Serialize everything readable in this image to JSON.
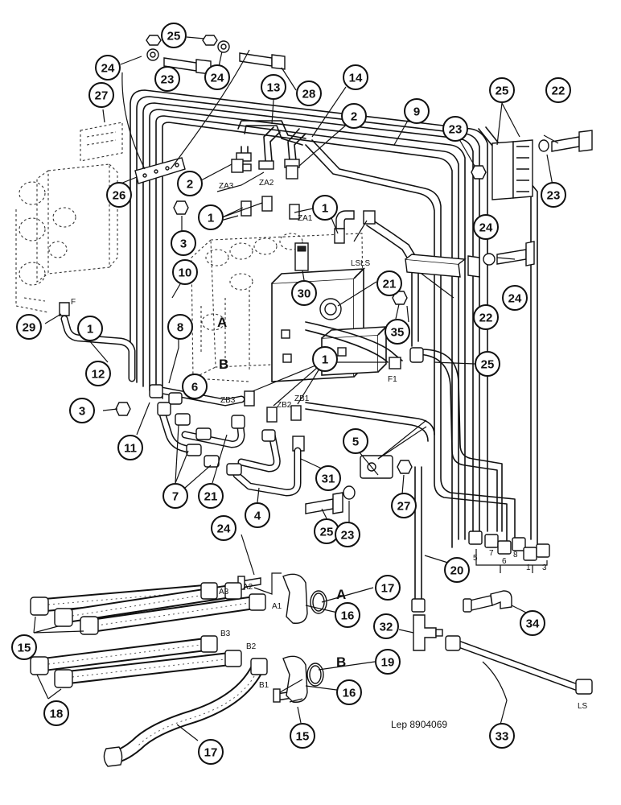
{
  "reference": "Lep 8904069",
  "section_letters": [
    "A",
    "B",
    "A",
    "B"
  ],
  "port_labels": [
    "F",
    "F1",
    "ZA1",
    "ZA2",
    "ZA3",
    "ZB1",
    "ZB2",
    "ZB3",
    "LS",
    "LS",
    "A1",
    "A2",
    "A3",
    "B1",
    "B2",
    "B3"
  ],
  "pipe_end_marks": [
    "5",
    "7",
    "6",
    "8",
    "1",
    "3"
  ],
  "callout_numbers": [
    "25",
    "24",
    "23",
    "24",
    "28",
    "27",
    "26",
    "13",
    "14",
    "9",
    "2",
    "2",
    "1",
    "1",
    "3",
    "10",
    "8",
    "6",
    "1",
    "3",
    "11",
    "7",
    "21",
    "21",
    "30",
    "35",
    "25",
    "22",
    "22",
    "23",
    "24",
    "24",
    "23",
    "25",
    "12",
    "31",
    "4",
    "5",
    "27",
    "25",
    "23",
    "24",
    "17",
    "16",
    "15",
    "18",
    "19",
    "16",
    "15",
    "17",
    "20",
    "32",
    "33",
    "34",
    "29",
    "1"
  ]
}
